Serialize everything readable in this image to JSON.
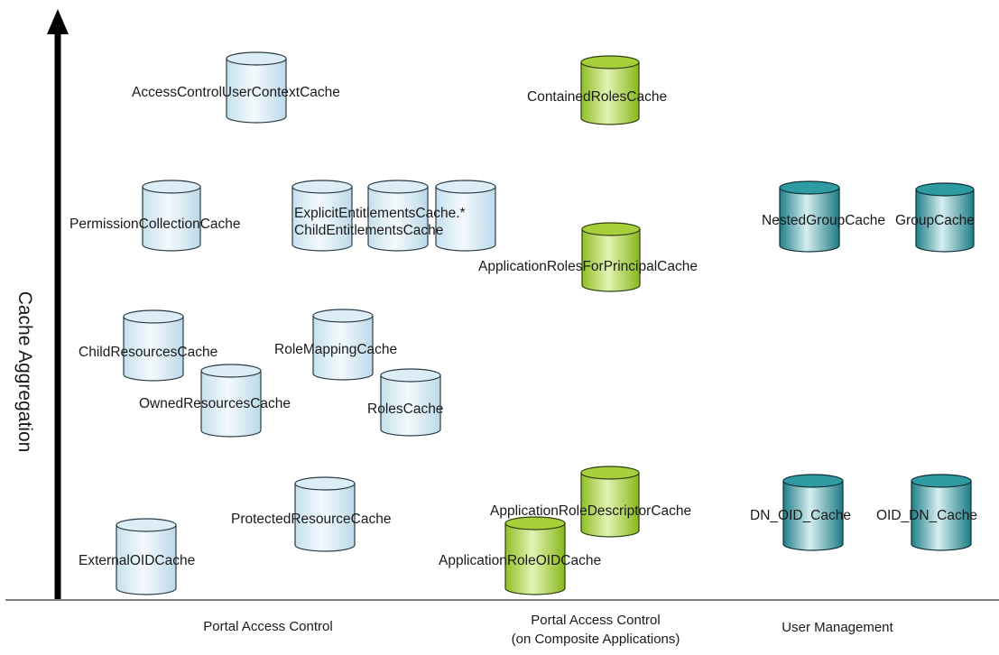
{
  "axis": {
    "y_label": "Cache Aggregation"
  },
  "categories": [
    {
      "id": "pac",
      "lines": [
        "Portal Access Control"
      ]
    },
    {
      "id": "pacc",
      "lines": [
        "Portal Access Control",
        "(on Composite Applications)"
      ]
    },
    {
      "id": "um",
      "lines": [
        "User Management"
      ]
    }
  ],
  "palette": {
    "blue": "#dcedf6",
    "green": "#a6cf3a",
    "teal": "#2e9aa2"
  },
  "caches": [
    {
      "id": "access-control-user-context-cache",
      "color": "blue",
      "lines": [
        "AccessControlUserContextCache"
      ]
    },
    {
      "id": "contained-roles-cache",
      "color": "green",
      "lines": [
        "ContainedRolesCache"
      ]
    },
    {
      "id": "permission-collection-cache",
      "color": "blue",
      "lines": [
        "PermissionCollectionCache"
      ]
    },
    {
      "id": "explicit-entitlements-cache",
      "color": "blue",
      "lines": [
        "ExplicitEntitlementsCache.*",
        "ChildEntitlementsCache"
      ]
    },
    {
      "id": "nested-group-cache",
      "color": "teal",
      "lines": [
        "NestedGroupCache"
      ]
    },
    {
      "id": "group-cache",
      "color": "teal",
      "lines": [
        "GroupCache"
      ]
    },
    {
      "id": "application-roles-for-principal-cache",
      "color": "green",
      "lines": [
        "ApplicationRolesForPrincipalCache"
      ]
    },
    {
      "id": "child-resources-cache",
      "color": "blue",
      "lines": [
        "ChildResourcesCache"
      ]
    },
    {
      "id": "role-mapping-cache",
      "color": "blue",
      "lines": [
        "RoleMappingCache"
      ]
    },
    {
      "id": "owned-resources-cache",
      "color": "blue",
      "lines": [
        "OwnedResourcesCache"
      ]
    },
    {
      "id": "roles-cache",
      "color": "blue",
      "lines": [
        "RolesCache"
      ]
    },
    {
      "id": "protected-resource-cache",
      "color": "blue",
      "lines": [
        "ProtectedResourceCache"
      ]
    },
    {
      "id": "application-role-descriptor-cache",
      "color": "green",
      "lines": [
        "ApplicationRoleDescriptorCache"
      ]
    },
    {
      "id": "dn-oid-cache",
      "color": "teal",
      "lines": [
        "DN_OID_Cache"
      ]
    },
    {
      "id": "oid-dn-cache",
      "color": "teal",
      "lines": [
        "OID_DN_Cache"
      ]
    },
    {
      "id": "external-oid-cache",
      "color": "blue",
      "lines": [
        "ExternalOIDCache"
      ]
    },
    {
      "id": "application-role-oid-cache",
      "color": "green",
      "lines": [
        "ApplicationRoleOIDCache"
      ]
    }
  ]
}
